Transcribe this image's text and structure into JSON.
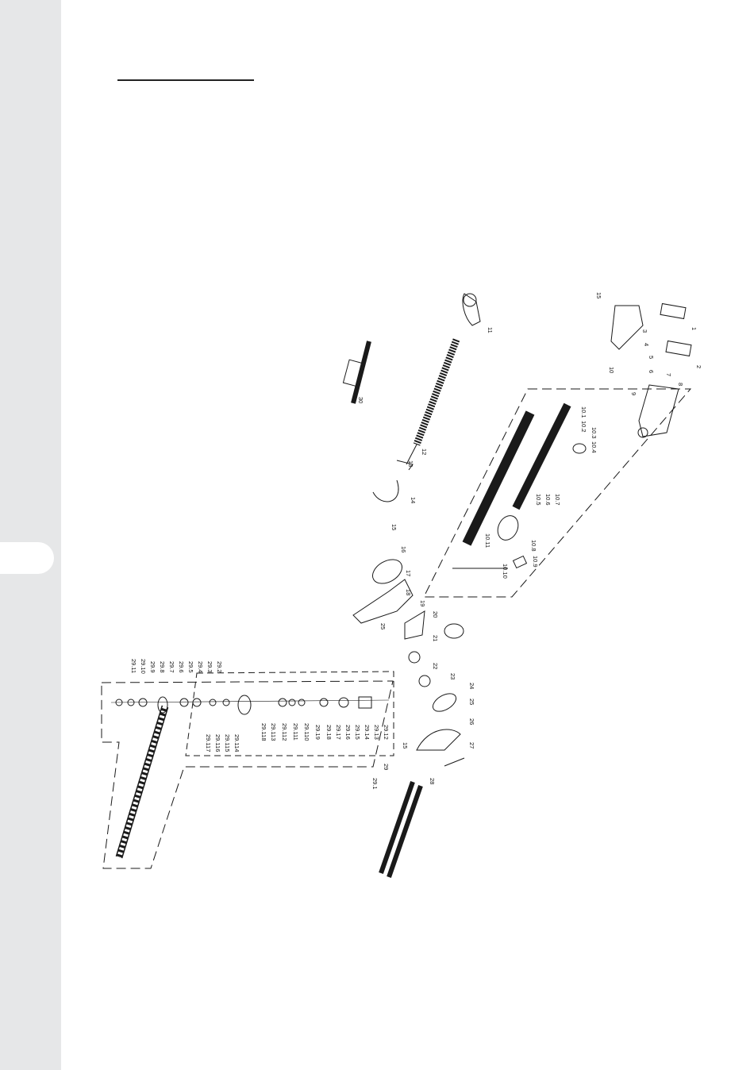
{
  "colors": {
    "margin_band": "#e6e7e8",
    "line": "#1a1a1a",
    "background": "#ffffff"
  },
  "diagram": {
    "part_labels": {
      "p1": "1",
      "p2": "2",
      "p3": "3",
      "p4": "4",
      "p5": "5",
      "p6": "6",
      "p7": "7",
      "p8": "8",
      "p9": "9",
      "p10": "10",
      "p10_1": "10.1",
      "p10_2": "10.2",
      "p10_3": "10.3",
      "p10_4": "10.4",
      "p10_5": "10.5",
      "p10_6": "10.6",
      "p10_7": "10.7",
      "p10_8": "10.8",
      "p10_9": "10.9",
      "p10_10": "10.10",
      "p10_11": "10.11",
      "p11": "11",
      "p12": "12",
      "p13": "13",
      "p14": "14",
      "p15": "15",
      "p16": "16",
      "p17": "17",
      "p18": "18",
      "p19": "19",
      "p20": "20",
      "p21": "21",
      "p22": "22",
      "p23": "23",
      "p24": "24",
      "p25": "25",
      "p26": "26",
      "p27": "27",
      "p28": "28",
      "p29": "29",
      "p30": "30",
      "p29_1": "29.1",
      "p29_2": "29.2",
      "p29_3": "29.3",
      "p29_4": "29.4",
      "p29_5": "29.5",
      "p29_6": "29.6",
      "p29_7": "29.7",
      "p29_8": "29.8",
      "p29_9": "29.9",
      "p29_10": "29.10",
      "p29_11": "29.11",
      "p29_12": "29.12",
      "p29_13": "29.13",
      "p29_14": "29.14",
      "p29_15": "29.15",
      "p29_16": "29.16",
      "p29_17": "29.17",
      "p29_18": "29.18",
      "p29_19": "29.19",
      "p29_110": "29.110",
      "p29_111": "29.111",
      "p29_112": "29.112",
      "p29_113": "29.113",
      "p29_114": "29.114",
      "p29_115": "29.115",
      "p29_116": "29.116",
      "p29_117": "29.117",
      "p29_118": "29.118"
    }
  }
}
